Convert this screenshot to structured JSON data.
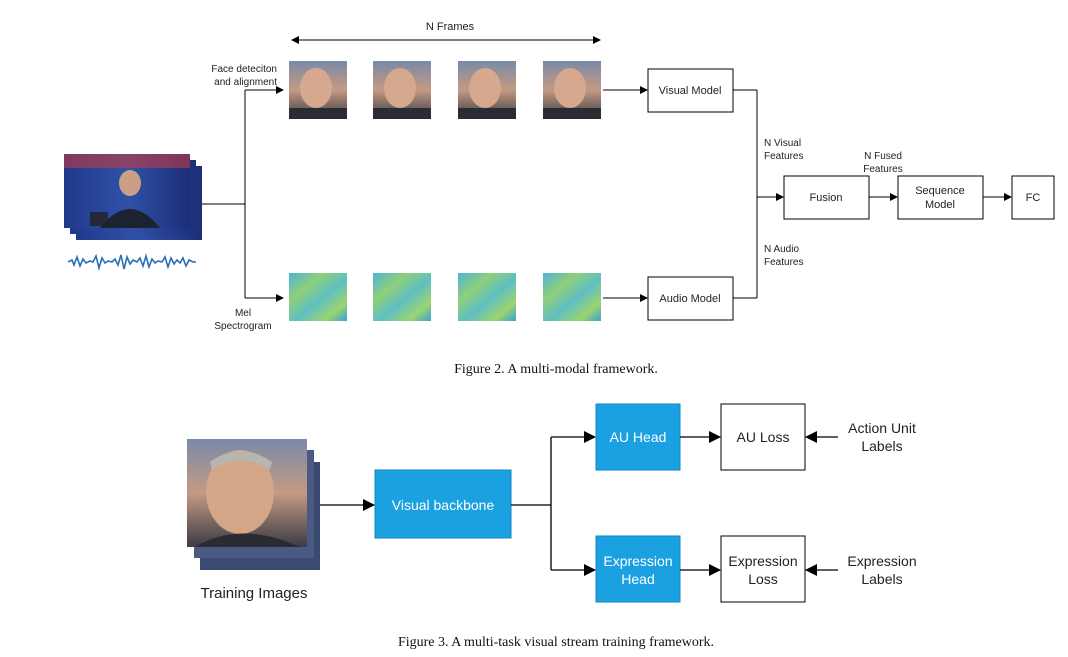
{
  "figure2": {
    "caption": "Figure 2. A multi-modal framework.",
    "n_frames_label": "N Frames",
    "face_label_line1": "Face deteciton",
    "face_label_line2": "and alignment",
    "mel_label_line1": "Mel",
    "mel_label_line2": "Spectrogram",
    "visual_model": "Visual Model",
    "audio_model": "Audio Model",
    "n_visual_line1": "N Visual",
    "n_visual_line2": "Features",
    "n_audio_line1": "N Audio",
    "n_audio_line2": "Features",
    "n_fused_line1": "N Fused",
    "n_fused_line2": "Features",
    "fusion": "Fusion",
    "sequence_line1": "Sequence",
    "sequence_line2": "Model",
    "fc": "FC"
  },
  "figure3": {
    "caption": "Figure 3. A multi-task visual stream training framework.",
    "training_images": "Training Images",
    "visual_backbone": "Visual backbone",
    "au_head": "AU Head",
    "expression_head_line1": "Expression",
    "expression_head_line2": "Head",
    "au_loss": "AU Loss",
    "expression_loss_line1": "Expression",
    "expression_loss_line2": "Loss",
    "action_unit_line1": "Action Unit",
    "action_unit_line2": "Labels",
    "expression_labels_line1": "Expression",
    "expression_labels_line2": "Labels"
  },
  "colors": {
    "head_blue": "#1ba1e2",
    "stroke": "#000000"
  }
}
